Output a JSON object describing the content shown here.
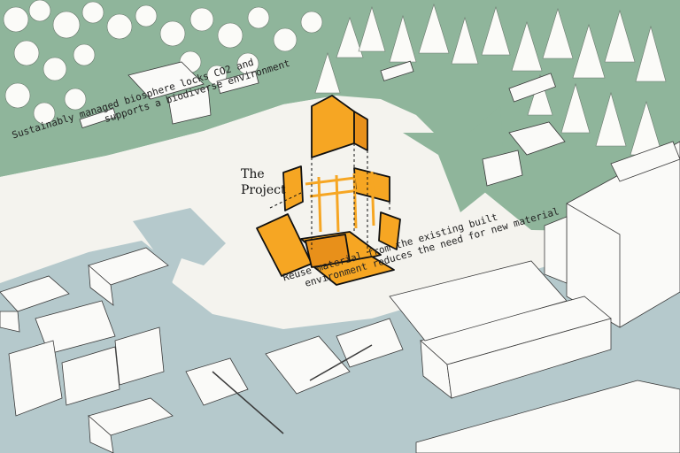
{
  "labels": {
    "biosphere_line1": "Sustainably managed biosphere locks CO2 and",
    "biosphere_line2": "supports a biodiverse environment",
    "project_line1": "The",
    "project_line2": "Project",
    "reuse_line1": "Reuse material from the existing built",
    "reuse_line2": "environment reduces the need for new material"
  },
  "colors": {
    "forest_green": "#8fb59b",
    "urban_blue": "#b5c9cc",
    "arrow_white": "#f4f3ee",
    "project_orange": "#f6a623"
  }
}
